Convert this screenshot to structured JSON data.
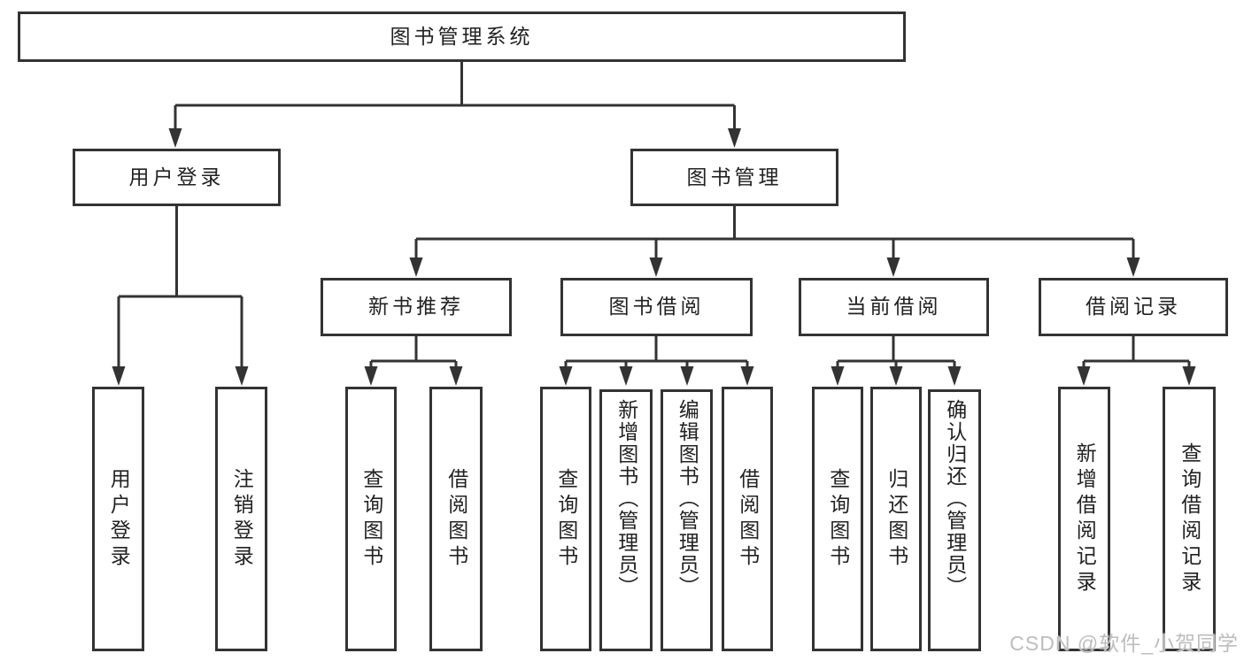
{
  "diagram_title": "图书管理系统",
  "nodes": {
    "root": "图书管理系统",
    "user_login": "用户登录",
    "book_management": "图书管理",
    "new_book_recommend": "新书推荐",
    "book_borrowing": "图书借阅",
    "current_borrowing": "当前借阅",
    "borrowing_records": "借阅记录",
    "leaf_user_login": "用户登录",
    "leaf_logout_login": "注销登录",
    "leaf_nb_query_books": "查询图书",
    "leaf_nb_borrow_books": "借阅图书",
    "leaf_bb_query_books": "查询图书",
    "leaf_bb_add_books_admin": "新增图书（管理员）",
    "leaf_bb_edit_books_admin": "编辑图书（管理员）",
    "leaf_bb_borrow_books": "借阅图书",
    "leaf_cb_query_books": "查询图书",
    "leaf_cb_return_books": "归还图书",
    "leaf_cb_confirm_return_admin": "确认归还（管理员）",
    "leaf_br_add_record": "新增借阅记录",
    "leaf_br_query_record": "查询借阅记录"
  },
  "watermark": "CSDN @软件_小贺同学",
  "colors": {
    "line": "#333333",
    "text": "#222222",
    "background": "#ffffff",
    "watermark": "#bdbdbd"
  }
}
